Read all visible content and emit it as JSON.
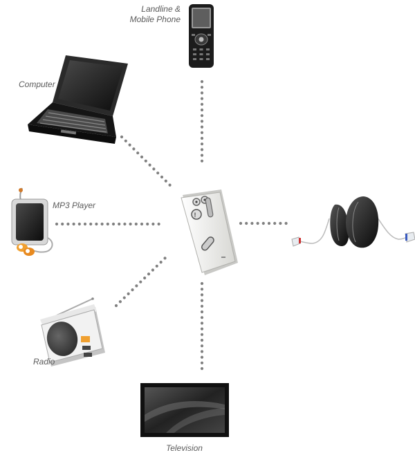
{
  "labels": {
    "phone_line1": "Landline &",
    "phone_line2": "Mobile Phone",
    "computer": "Computer",
    "mp3": "MP3 Player",
    "radio": "Radio",
    "television": "Television"
  },
  "colors": {
    "dots": "#808080",
    "label": "#5a5a5a",
    "device_dark": "#1e1e1e",
    "device_light": "#f2f2f0",
    "accent_orange": "#f0a030"
  },
  "icons": [
    "phone-icon",
    "laptop-icon",
    "mp3-player-icon",
    "radio-icon",
    "television-icon",
    "remote-streamer-icon",
    "hearing-aids-icon"
  ]
}
